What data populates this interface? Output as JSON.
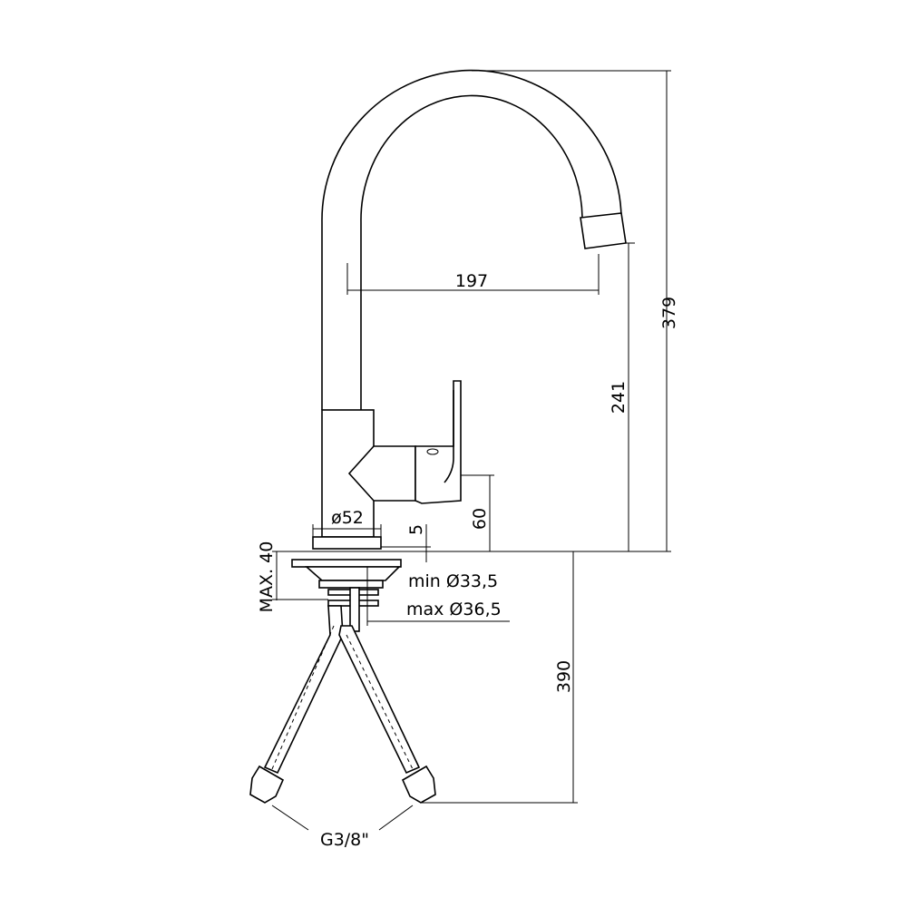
{
  "drawing": {
    "dimensions": {
      "total_height": "379",
      "spout_height": "241",
      "spout_reach": "197",
      "lever_height": "60",
      "base_diameter": "ø52",
      "base_thickness": "5",
      "max_deck_thickness": "MAX. 40",
      "hole_min": "min Ø33,5",
      "hole_max": "max Ø36,5",
      "hose_length": "390",
      "connection": "G3/8\""
    }
  }
}
